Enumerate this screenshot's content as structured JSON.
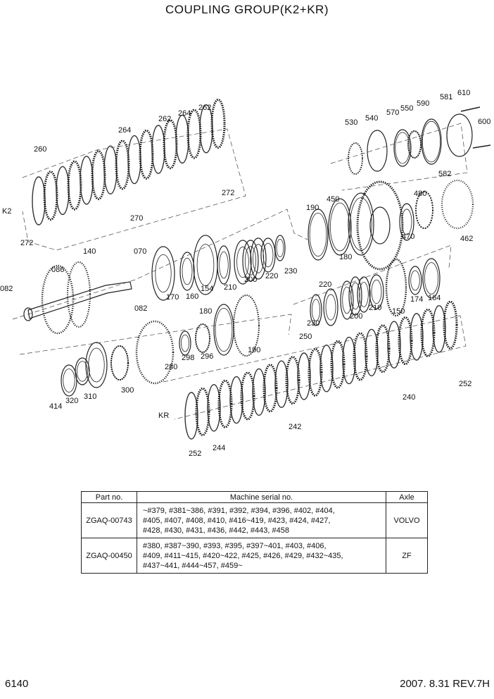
{
  "page": {
    "title": "COUPLING GROUP(K2+KR)",
    "page_number": "6140",
    "revision": "2007. 8.31  REV.7H"
  },
  "diagram": {
    "group_labels": [
      "K2",
      "KR"
    ],
    "callouts": [
      "260",
      "264",
      "262",
      "264",
      "262",
      "272",
      "270",
      "272",
      "530",
      "540",
      "570",
      "550",
      "590",
      "581",
      "610",
      "600",
      "582",
      "190",
      "450",
      "480",
      "180",
      "470",
      "462",
      "140",
      "086",
      "070",
      "082",
      "082",
      "170",
      "160",
      "154",
      "210",
      "200",
      "220",
      "230",
      "220",
      "210",
      "200",
      "230",
      "150",
      "174",
      "164",
      "180",
      "190",
      "298",
      "296",
      "280",
      "414",
      "320",
      "310",
      "300",
      "250",
      "252",
      "240",
      "242",
      "252",
      "244"
    ]
  },
  "table": {
    "headers": [
      "Part no.",
      "Machine serial no.",
      "Axle"
    ],
    "rows": [
      {
        "part": "ZGAQ-00743",
        "serials": [
          "~#379, #381~386, #391, #392, #394, #396, #402, #404,",
          "#405, #407, #408, #410, #416~419, #423, #424, #427,",
          "#428, #430, #431, #436, #442, #443, #458"
        ],
        "axle": "VOLVO"
      },
      {
        "part": "ZGAQ-00450",
        "serials": [
          "#380, #387~390, #393, #395, #397~401, #403, #406,",
          "#409, #411~415, #420~422, #425, #426, #429, #432~435,",
          "#437~441, #444~457, #459~"
        ],
        "axle": "ZF"
      }
    ]
  }
}
